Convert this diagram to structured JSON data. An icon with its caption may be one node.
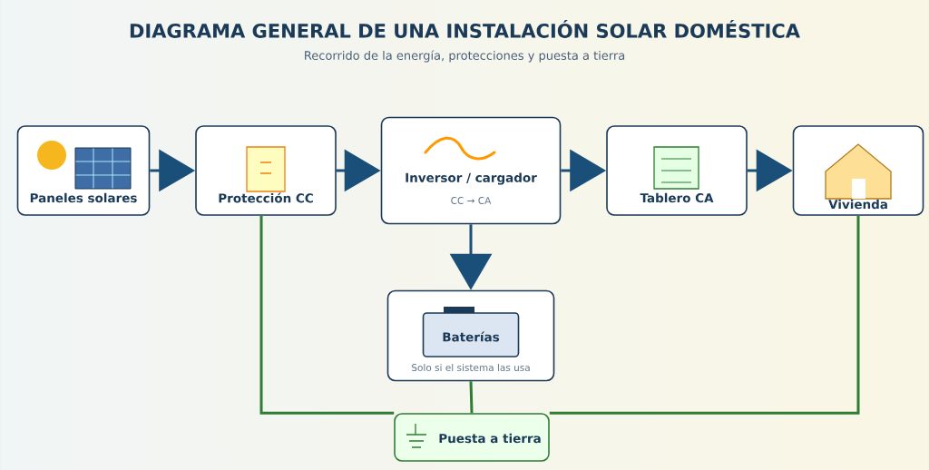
{
  "diagram": {
    "title": "DIAGRAMA GENERAL DE UNA INSTALACIÓN SOLAR DOMÉSTICA",
    "caption": "Recorrido de la energía, protecciones y puesta a tierra",
    "nodes": [
      {
        "text": [
          "Paneles solares"
        ]
      },
      {
        "text": [
          "Protección CC"
        ]
      },
      {
        "text": [
          "Inversor / cargador",
          "CC → CA"
        ]
      },
      {
        "text": [
          "Tablero CA"
        ]
      },
      {
        "text": [
          "Vivienda"
        ]
      },
      {
        "text": [
          "Solo si el sistema las usa"
        ]
      },
      {
        "text": [
          "Baterías"
        ],
        "in": 5
      },
      {
        "text": [
          "Puesta a tierra"
        ]
      }
    ],
    "edges": [
      {
        "from": 0,
        "to": 1,
        "arrow": "to"
      },
      {
        "from": 1,
        "to": 2,
        "arrow": "to"
      },
      {
        "from": 2,
        "to": 3,
        "arrow": "to"
      },
      {
        "from": 3,
        "to": 4,
        "arrow": "to"
      },
      {
        "from": 2,
        "to": 5,
        "arrow": "to"
      },
      {
        "from": 1,
        "to": 7,
        "arrow": "none",
        "color": "#2e7d32"
      },
      {
        "from": 5,
        "to": 7,
        "arrow": "none",
        "color": "#2e7d32"
      },
      {
        "from": 4,
        "to": 7,
        "arrow": "none",
        "color": "#2e7d32"
      }
    ]
  }
}
